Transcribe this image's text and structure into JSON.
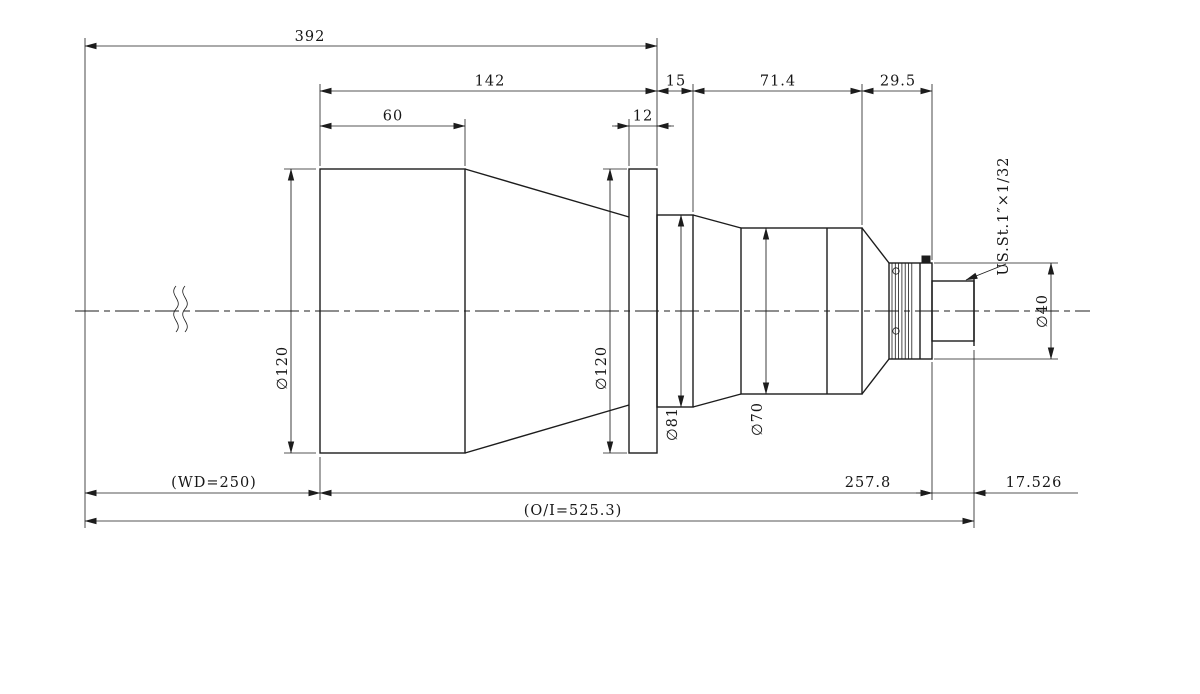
{
  "app": {
    "type": "mechanical-lens-drawing",
    "background_color": "#ffffff",
    "line_color": "#1c1c1c"
  },
  "dims_top": {
    "overall": "392",
    "front_to_flange": "142",
    "front_cylinder": "60",
    "flange_width": "12",
    "flange_to_step": "15",
    "mid_length": "71.4",
    "rear_length": "29.5"
  },
  "dims_bottom": {
    "working_distance": "(WD=250)",
    "body_length": "257.8",
    "mount_length": "17.526",
    "object_to_image": "(O/I=525.3)"
  },
  "diameters": {
    "front_barrel": "∅120",
    "flange": "∅120",
    "mid_barrel": "∅81",
    "rear_barrel": "∅70",
    "mount_ring": "∅40"
  },
  "annotations": {
    "thread_spec": "US.St.1″×1/32"
  }
}
